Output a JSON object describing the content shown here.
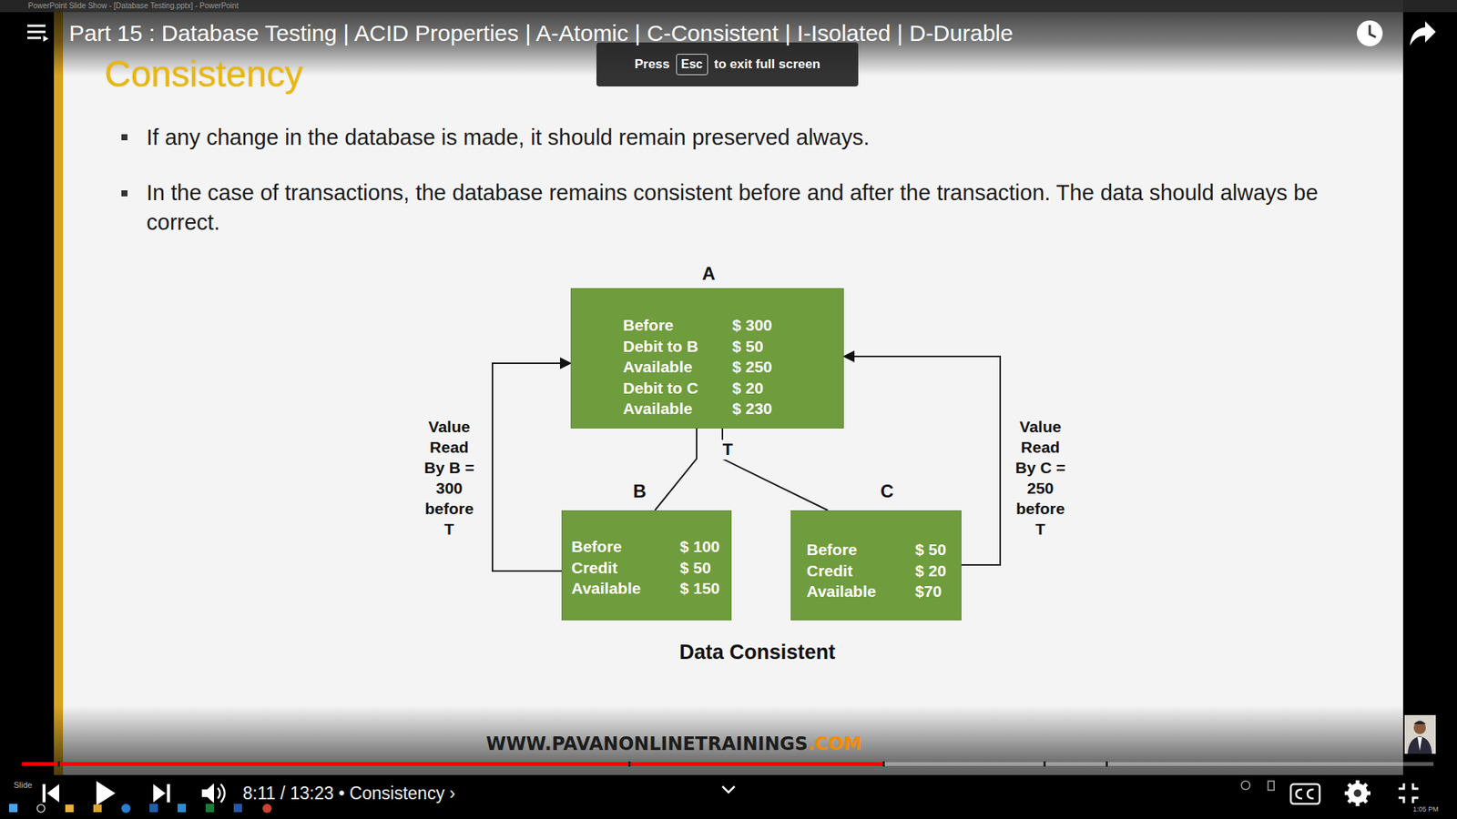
{
  "diagram": {
    "title": "Consistency",
    "caption": "Data Consistent",
    "nodes": [
      {
        "text": [
          "A",
          "Before",
          "$ 300",
          "Debit to B",
          "$ 50",
          "Available",
          "$ 250",
          "Debit to C",
          "$ 20",
          "Available",
          "$ 230"
        ]
      },
      {
        "text": [
          "B",
          "Before",
          "$ 100",
          "Credit",
          "$ 50",
          "Available",
          "$ 150"
        ]
      },
      {
        "text": [
          "C",
          "Before",
          "$ 50",
          "Credit",
          "$ 20",
          "Available",
          "$70"
        ]
      }
    ],
    "edges": [
      {
        "from": 0,
        "to": 1,
        "arrow": "none"
      },
      {
        "from": 0,
        "to": 2,
        "arrow": "none"
      },
      {
        "from": 1,
        "to": 0,
        "label": "Value Read By B = 300 before T",
        "arrow": "to"
      },
      {
        "from": 2,
        "to": 0,
        "label": "Value Read By C = 250 before T",
        "arrow": "to"
      }
    ],
    "labels": [
      "PowerPoint Slide Show - [Database Testing.pptx] - PowerPoint",
      "Part 15 : Database Testing | ACID Properties | A-Atomic | C-Consistent | I-Isolated | D-Durable",
      "Press",
      "Esc",
      "to exit full screen",
      "If any change in the database is made, it should remain preserved always.",
      "In the case of transactions, the database remains consistent before and after the transaction. The data should always be correct.",
      "T",
      "WWW.PAVANONLINETRAININGS",
      ".COM",
      "8:11 / 13:23 • Consistency ›",
      "Slide",
      "1:05 PM"
    ]
  }
}
